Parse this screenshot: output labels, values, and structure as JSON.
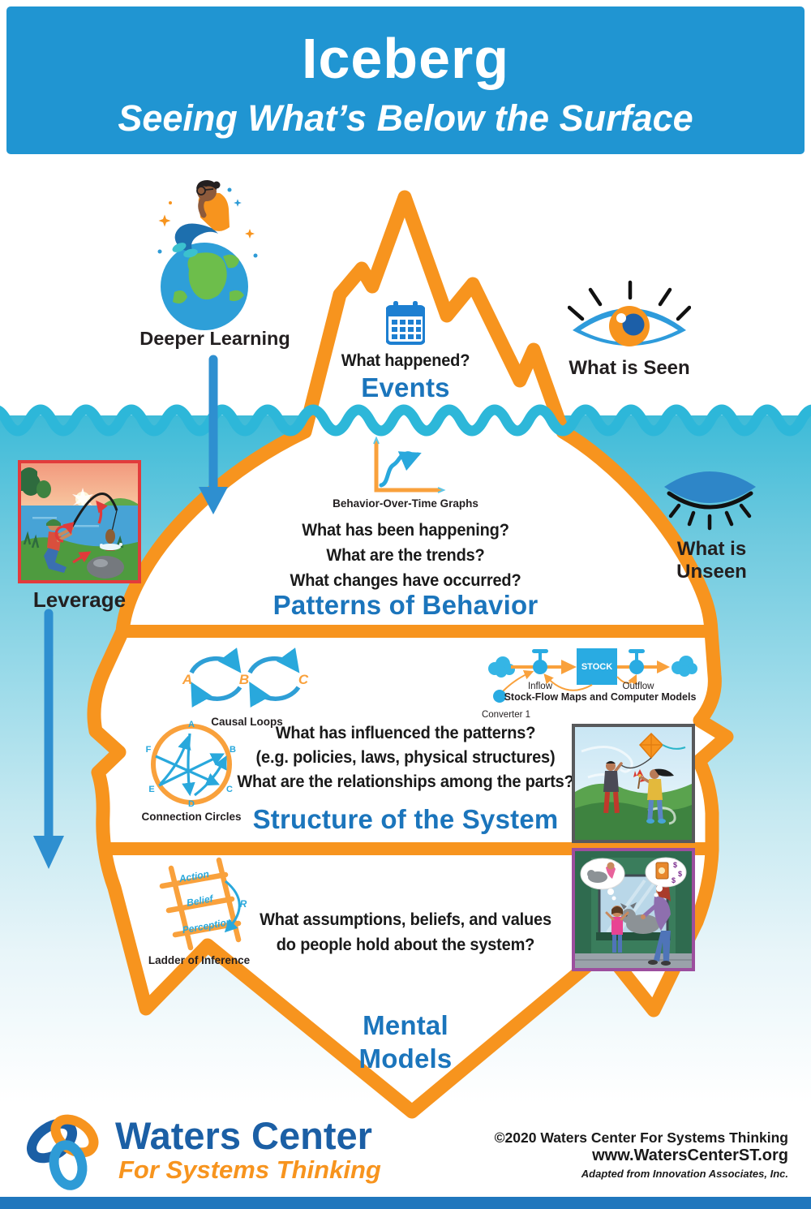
{
  "poster": {
    "title": "Iceberg",
    "subtitle": "Seeing What’s Below the Surface"
  },
  "labels": {
    "deeper_learning": "Deeper Learning",
    "what_is_seen": "What is Seen",
    "what_is_unseen": "What is Unseen",
    "leverage": "Leverage"
  },
  "events": {
    "question": "What happened?",
    "title": "Events"
  },
  "patterns": {
    "tool_label": "Behavior-Over-Time Graphs",
    "questions": [
      "What has been happening?",
      "What are the trends?",
      "What changes have occurred?"
    ],
    "title": "Patterns of Behavior"
  },
  "structure": {
    "causal_loops": {
      "letters": [
        "A",
        "B",
        "C"
      ],
      "label": "Causal Loops"
    },
    "stock_flow": {
      "stock": "STOCK",
      "inflow": "Inflow",
      "outflow": "Outflow",
      "converter": "Converter 1",
      "label": "Stock-Flow Maps and Computer Models"
    },
    "connection_circles": {
      "letters": [
        "A",
        "B",
        "C",
        "D",
        "E",
        "F"
      ],
      "label": "Connection Circles"
    },
    "questions": [
      "What has influenced the patterns?",
      "(e.g. policies, laws, physical structures)",
      "What are the relationships among the parts?"
    ],
    "title": "Structure of the System"
  },
  "mental_models": {
    "ladder": {
      "rungs": [
        "Action",
        "Belief",
        "Perception"
      ],
      "loop": "R",
      "label": "Ladder of Inference"
    },
    "questions": [
      "What assumptions, beliefs, and values",
      "do people hold about the system?"
    ],
    "title_lines": [
      "Mental",
      "Models"
    ],
    "dollar_signs": [
      "$",
      "$",
      "$"
    ]
  },
  "footer": {
    "org_name": "Waters Center",
    "org_tagline": "For Systems Thinking",
    "copyright": "©2020 Waters Center For Systems Thinking",
    "website": "www.WatersCenterST.org",
    "credit": "Adapted from Innovation Associates, Inc."
  },
  "colors": {
    "header_blue": "#2095D2",
    "iceberg_orange": "#F7941E",
    "wave_teal": "#2DB7D9",
    "heading_blue": "#1B75BC",
    "stock_blue": "#29ABE2",
    "arrow_blue": "#2E8FD0"
  }
}
